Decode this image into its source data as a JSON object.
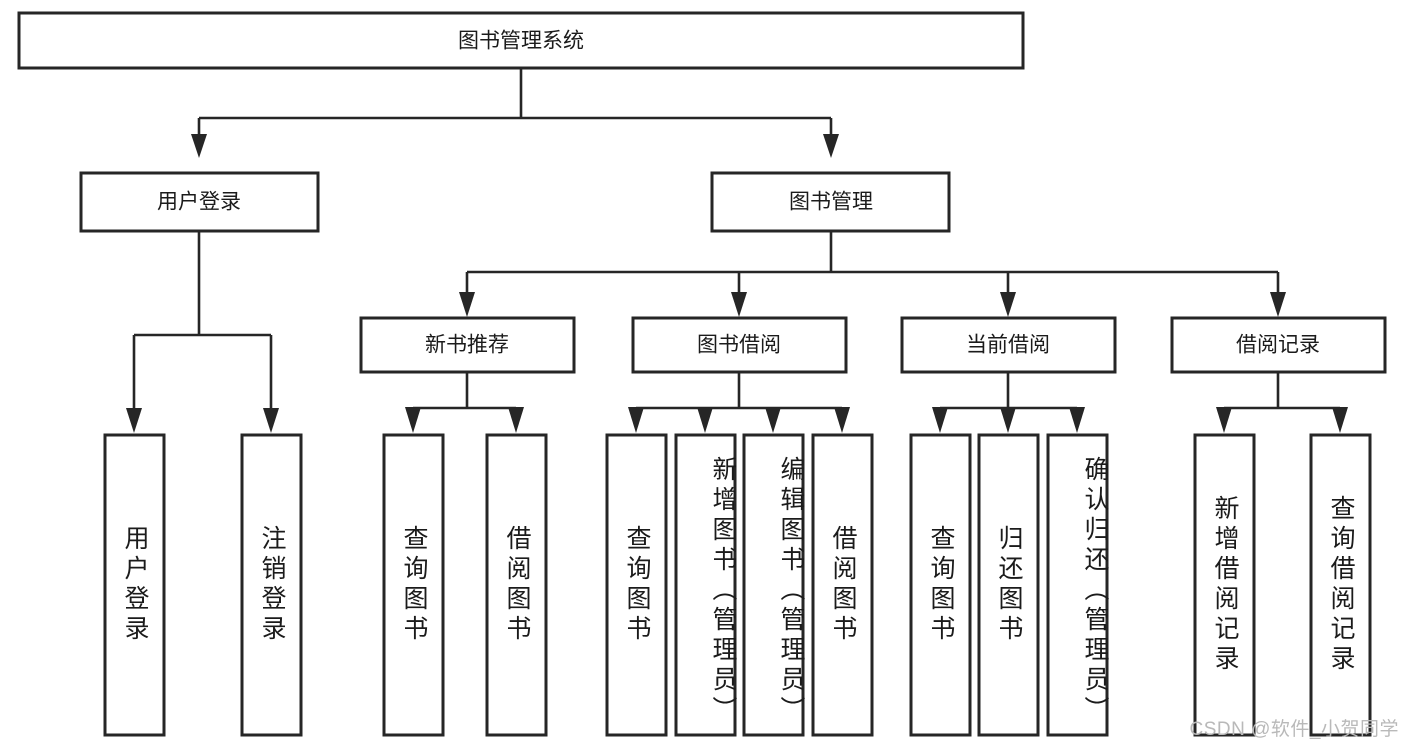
{
  "diagram": {
    "title": "图书管理系统",
    "type": "tree-hierarchy-diagram",
    "colors": {
      "box_stroke": "#262626",
      "box_fill": "#ffffff",
      "connector": "#262626",
      "text": "#1b1b1b",
      "background": "#ffffff",
      "watermark": "#b9b9b9"
    },
    "root": {
      "label": "图书管理系统"
    },
    "level2": [
      {
        "label": "用户登录"
      },
      {
        "label": "图书管理"
      }
    ],
    "level3": [
      {
        "label": "新书推荐"
      },
      {
        "label": "图书借阅"
      },
      {
        "label": "当前借阅"
      },
      {
        "label": "借阅记录"
      }
    ],
    "leaves": {
      "user_login": [
        {
          "label": "用户登录"
        },
        {
          "label": "注销登录"
        }
      ],
      "new_book_recommend": [
        {
          "label": "查询图书"
        },
        {
          "label": "借阅图书"
        }
      ],
      "book_borrow": [
        {
          "label": "查询图书"
        },
        {
          "label": "新增图书（管理员）"
        },
        {
          "label": "编辑图书（管理员）"
        },
        {
          "label": "借阅图书"
        }
      ],
      "current_borrow": [
        {
          "label": "查询图书"
        },
        {
          "label": "归还图书"
        },
        {
          "label": "确认归还（管理员）"
        }
      ],
      "borrow_record": [
        {
          "label": "新增借阅记录"
        },
        {
          "label": "查询借阅记录"
        }
      ]
    }
  },
  "watermark": {
    "text": "CSDN @软件_小贺同学"
  }
}
